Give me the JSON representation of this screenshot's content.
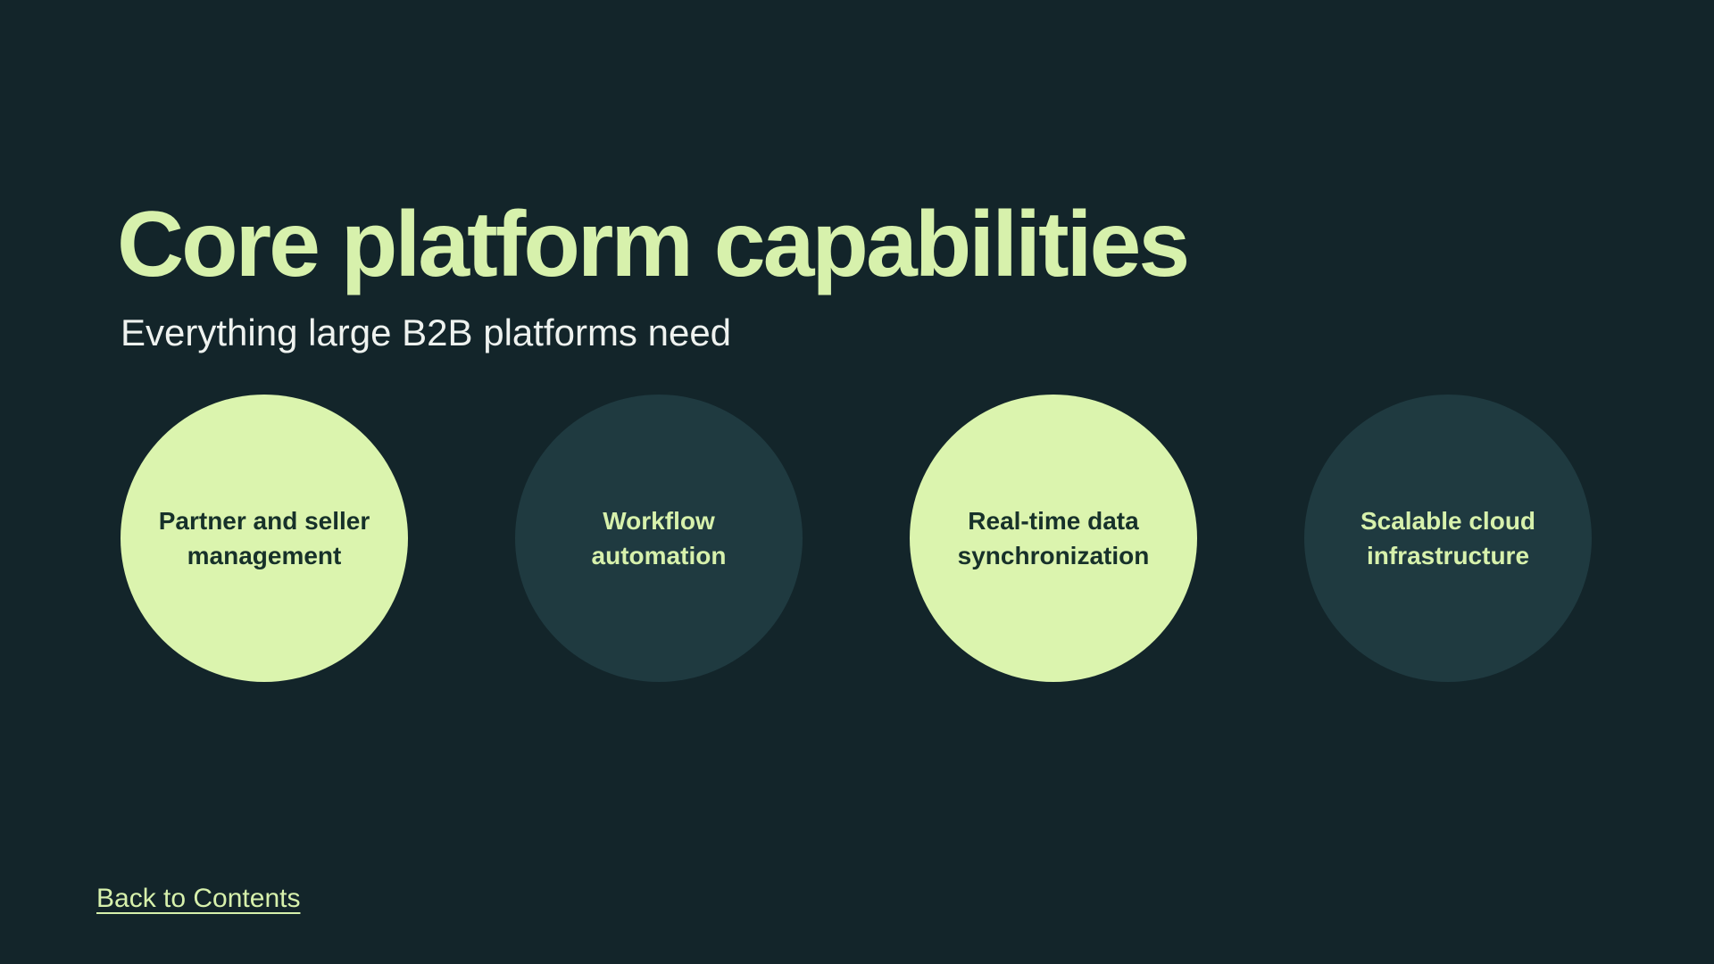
{
  "slide": {
    "title": "Core platform capabilities",
    "subtitle": "Everything large B2B platforms need",
    "back_link_label": "Back to Contents"
  },
  "capabilities": [
    {
      "label": "Partner and seller\nmanagement",
      "variant": "light"
    },
    {
      "label": "Workflow\nautomation",
      "variant": "dark"
    },
    {
      "label": "Real-time data\nsynchronization",
      "variant": "light"
    },
    {
      "label": "Scalable cloud\ninfrastructure",
      "variant": "dark"
    }
  ],
  "colors": {
    "background": "#13252A",
    "accent_green": "#D7F1AC",
    "light_circle_fill": "#DBF4AE",
    "dark_circle_fill": "#1F3A40",
    "dark_text": "#17312A",
    "subtitle_text": "#EEF2EF"
  }
}
